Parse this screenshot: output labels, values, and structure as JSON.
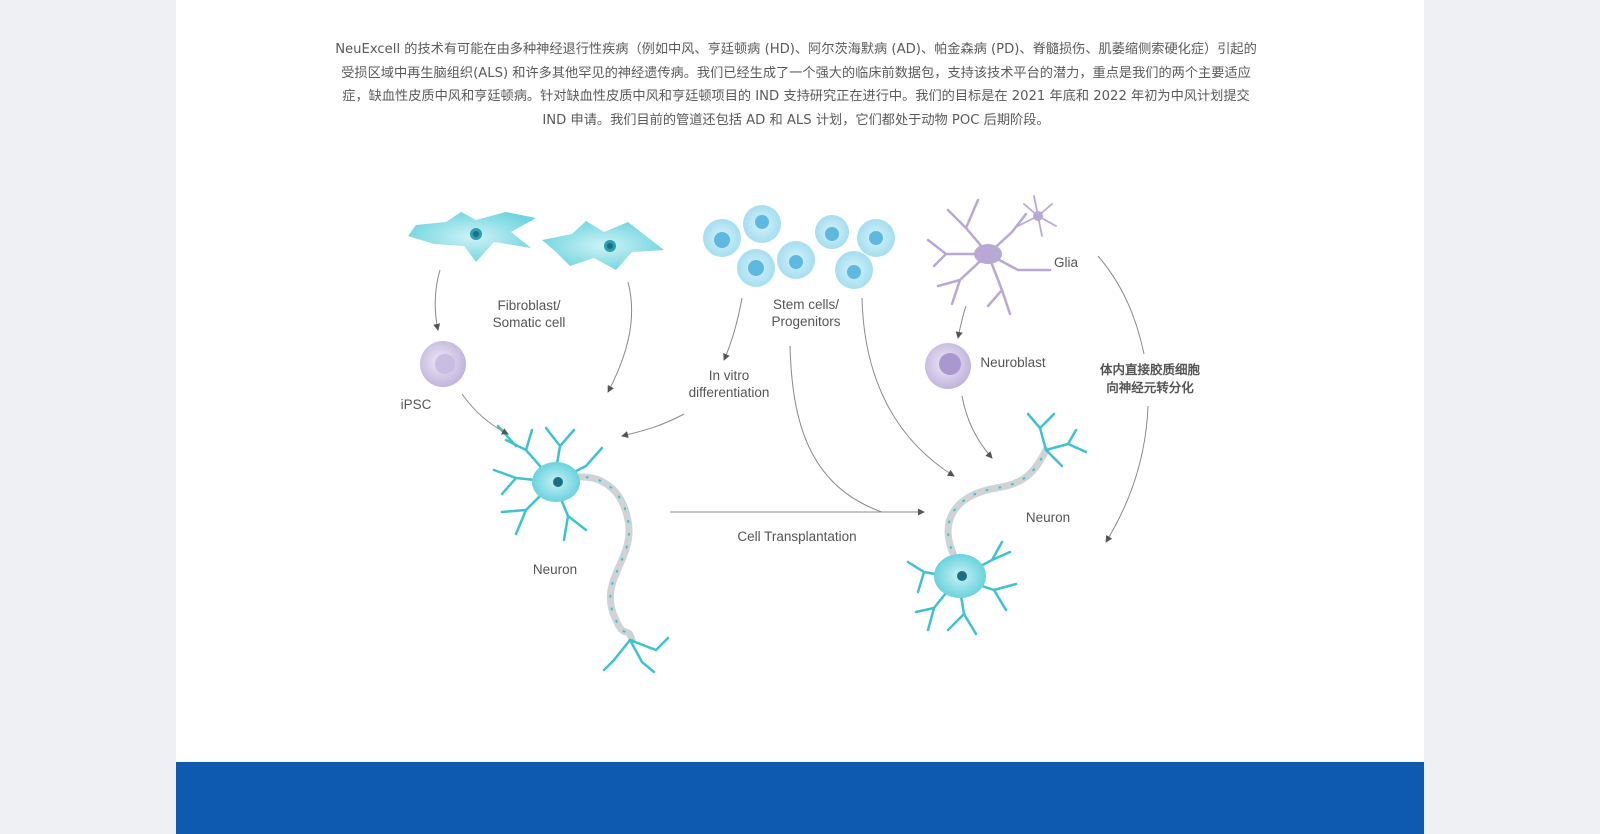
{
  "intro": {
    "text": "NeuExcell 的技术有可能在由多种神经退行性疾病（例如中风、亨廷顿病 (HD)、阿尔茨海默病 (AD)、帕金森病 (PD)、脊髓损伤、肌萎缩侧索硬化症）引起的受损区域中再生脑组织(ALS) 和许多其他罕见的神经遗传病。我们已经生成了一个强大的临床前数据包，支持该技术平台的潜力，重点是我们的两个主要适应症，缺血性皮质中风和亨廷顿病。针对缺血性皮质中风和亨廷顿项目的 IND 支持研究正在进行中。我们的目标是在 2021 年底和 2022 年初为中风计划提交 IND 申请。我们目前的管道还包括 AD 和 ALS 计划，它们都处于动物 POC 后期阶段。"
  },
  "diagram": {
    "fibroblast_line1": "Fibroblast/",
    "fibroblast_line2": "Somatic cell",
    "ipsc": "iPSC",
    "stem_line1": "Stem cells/",
    "stem_line2": "Progenitors",
    "invitro_line1": "In vitro",
    "invitro_line2": "differentiation",
    "glia": "Glia",
    "neuroblast": "Neuroblast",
    "direct_line1": "体内直接胶质细胞",
    "direct_line2": "向神经元转分化",
    "neuron_left": "Neuron",
    "neuron_right": "Neuron",
    "transplantation": "Cell Transplantation"
  },
  "colors": {
    "teal": "#3fc2d0",
    "teal_light": "#8ddfe8",
    "lavender": "#b9a8d6",
    "footer": "#0e5ab0"
  }
}
